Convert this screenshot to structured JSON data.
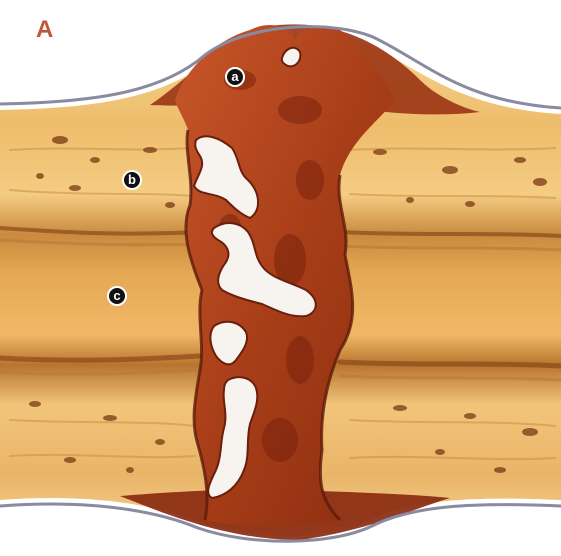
{
  "figure": {
    "panel_letter": "A",
    "markers": {
      "a": "a",
      "b": "b",
      "c": "c"
    }
  },
  "colors": {
    "panel_letter": "#c0563a",
    "marker_fill": "#111111",
    "bone_light": "#f3cc84",
    "bone_mid": "#e0a24e",
    "bone_dark": "#b46a26",
    "callus": "#b84a1c",
    "callus_dark": "#7e2410",
    "periosteum": "#8a8aa0"
  }
}
